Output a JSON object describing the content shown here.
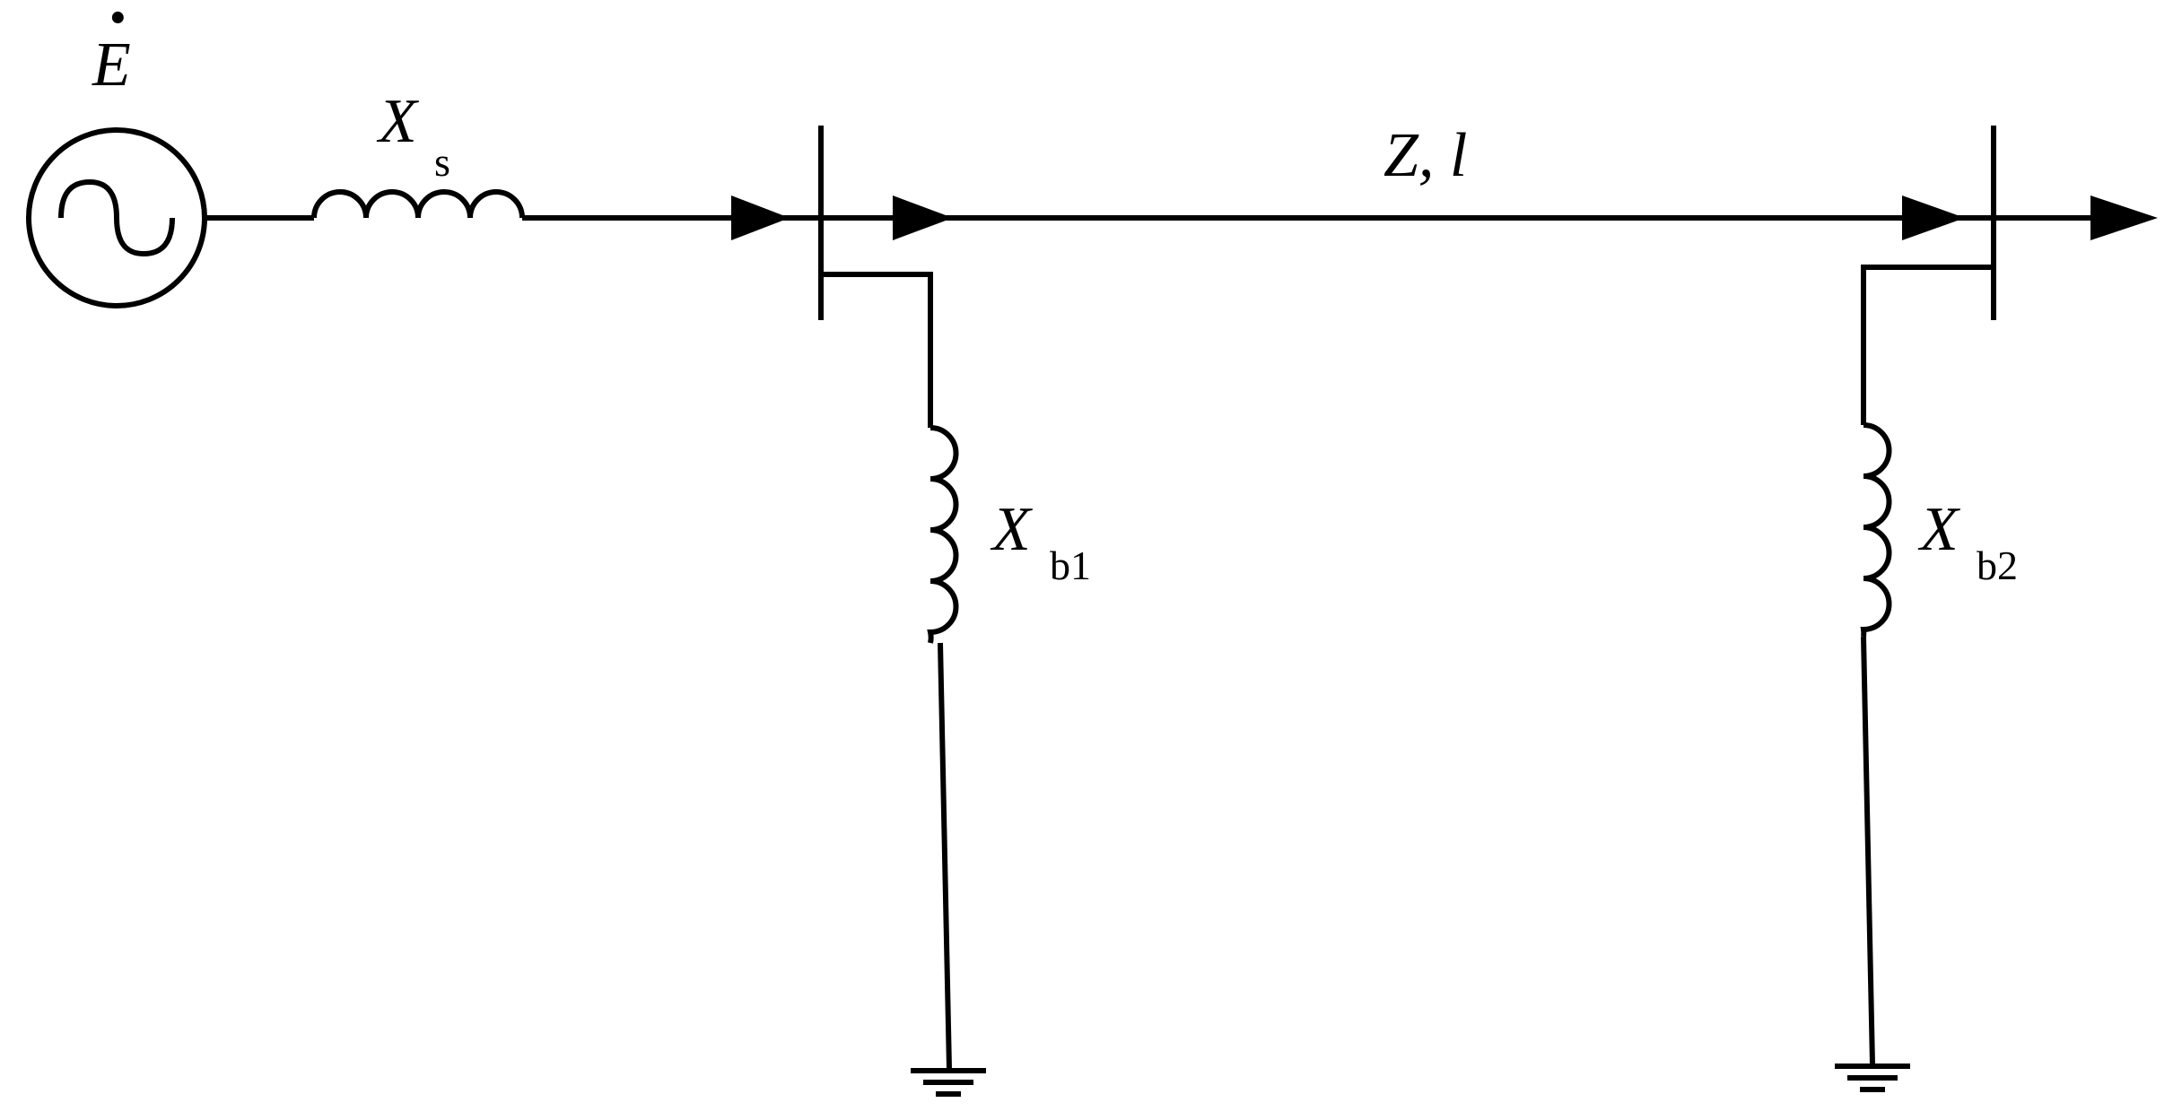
{
  "labels": {
    "source": "E",
    "source_dot": "·",
    "series_reactance": "X",
    "series_reactance_sub": "s",
    "line": "Z, l",
    "shunt1": "X",
    "shunt1_sub": "b1",
    "shunt2": "X",
    "shunt2_sub": "b2"
  },
  "colors": {
    "ink": "#000000",
    "background": "#ffffff"
  },
  "icons": {
    "source": "ac-voltage-source-icon",
    "inductor": "inductor-icon",
    "ground": "ground-icon",
    "arrow": "power-flow-arrow-icon"
  }
}
